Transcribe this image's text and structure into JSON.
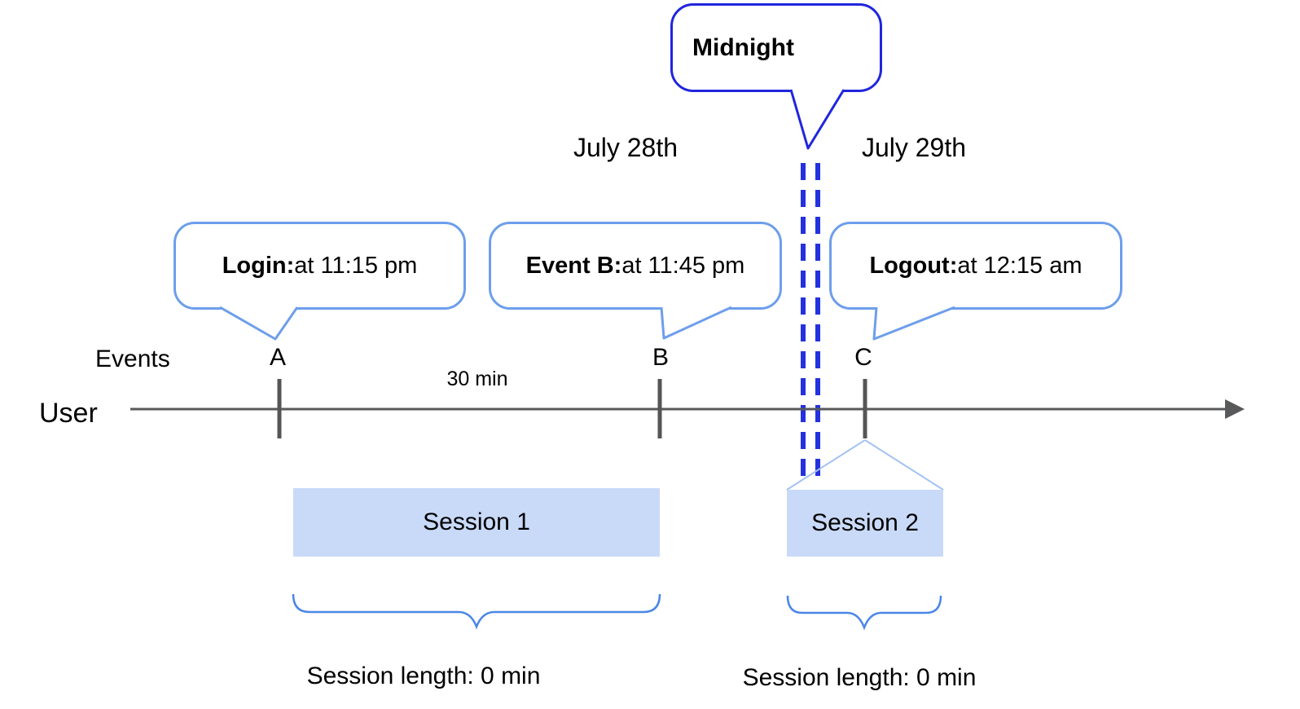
{
  "midnight_callout": {
    "label": "Midnight"
  },
  "date_labels": {
    "before": "July 28th",
    "after": "July 29th"
  },
  "event_callouts": [
    {
      "name": "login",
      "bold": "Login:",
      "rest": " at 11:15 pm"
    },
    {
      "name": "event_b",
      "bold": "Event B:",
      "rest": " at 11:45 pm"
    },
    {
      "name": "logout",
      "bold": "Logout:",
      "rest": " at 12:15 am"
    }
  ],
  "timeline": {
    "row_label": "User",
    "events_label": "Events",
    "markers": [
      "A",
      "B",
      "C"
    ],
    "interval_label": "30 min"
  },
  "sessions": [
    {
      "label": "Session 1",
      "length_label": "Session length: 0 min"
    },
    {
      "label": "Session 2",
      "length_label": "Session length: 0 min"
    }
  ],
  "colors": {
    "callout_border": "#6d9eeb",
    "midnight_border": "#2026dd",
    "midnight_dashes": "#2331df",
    "session_fill": "#c9daf8",
    "funnel_line": "#a4c2f4",
    "brace": "#4a86e8",
    "timeline_line": "#58595b",
    "event_tick": "#555555",
    "text": "#000000"
  }
}
